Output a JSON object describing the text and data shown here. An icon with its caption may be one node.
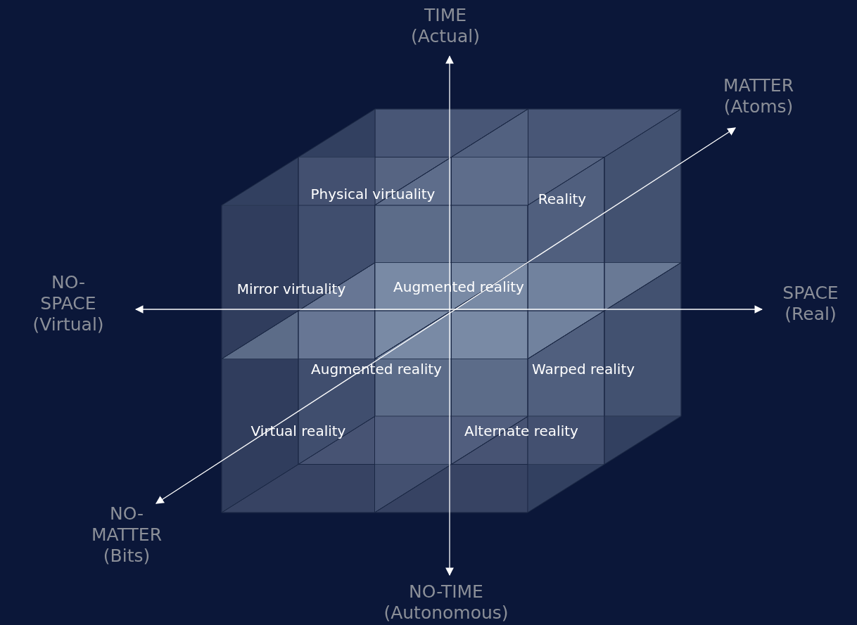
{
  "diagram": {
    "labels": [
      "TIME (Actual)",
      "MATTER (Atoms)",
      "Physical virtuality",
      "Reality",
      "NO-SPACE (Virtual)",
      "Mirror virtuality",
      "Augmented reality",
      "SPACE (Real)",
      "Augmented reality",
      "Warped reality",
      "Virtual reality",
      "Alternate reality",
      "NO-MATTER (Bits)",
      "NO-TIME (Autonomous)"
    ]
  }
}
